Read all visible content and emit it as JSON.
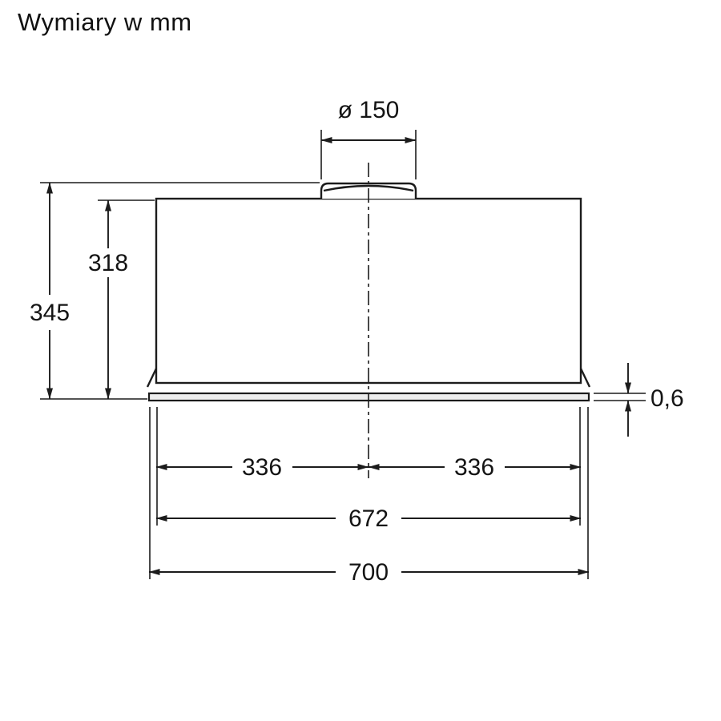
{
  "title": "Wymiary w mm",
  "dimensions": {
    "duct_diameter": "ø 150",
    "total_height": "345",
    "body_height": "318",
    "panel_thickness": "0,6",
    "left_half_width": "336",
    "right_half_width": "336",
    "inner_width": "672",
    "overall_width": "700"
  }
}
